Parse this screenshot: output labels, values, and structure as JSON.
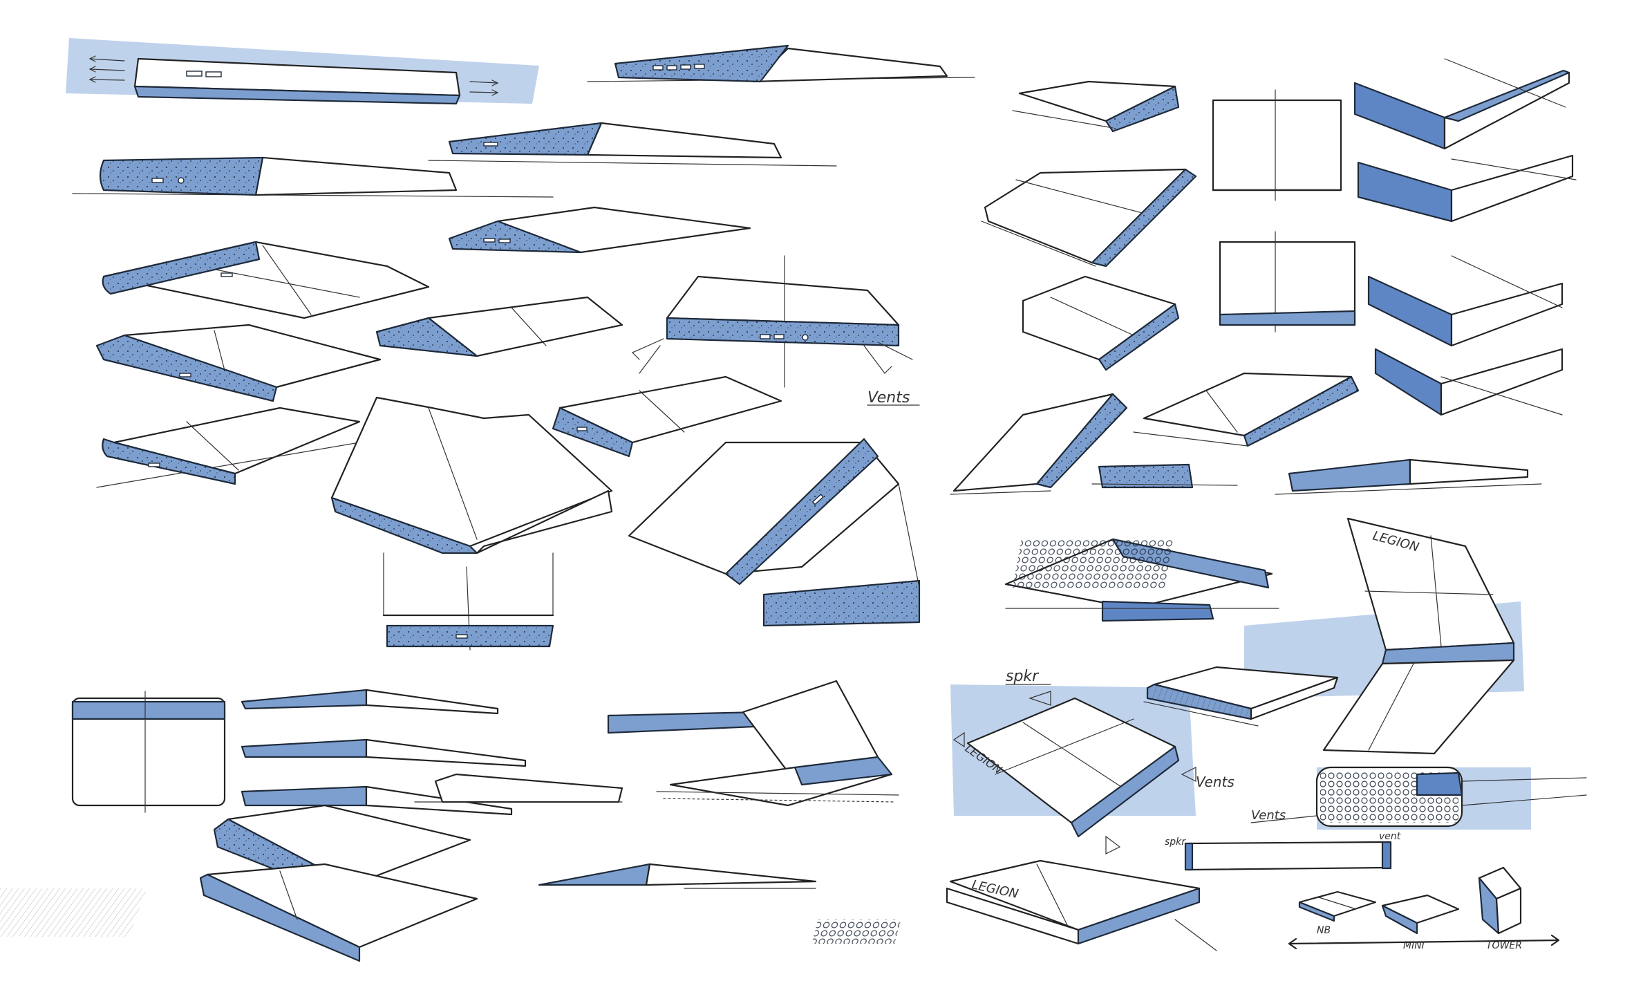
{
  "annotations": {
    "vents_left": "Vents",
    "spkr": "spkr",
    "vents_center": "Vents",
    "vents_bottom": "Vents",
    "spkr_small": "spkr",
    "vent_small": "vent",
    "size_nb": "NB",
    "size_mini": "MINI",
    "size_tower": "TOWER"
  },
  "logo_text": "LEGION",
  "colors": {
    "marker_blue": "#7d9fd0",
    "marker_blue_dark": "#5f86c4",
    "marker_wash": "#a9c3e6",
    "ink": "#222222",
    "paper": "#ffffff"
  }
}
